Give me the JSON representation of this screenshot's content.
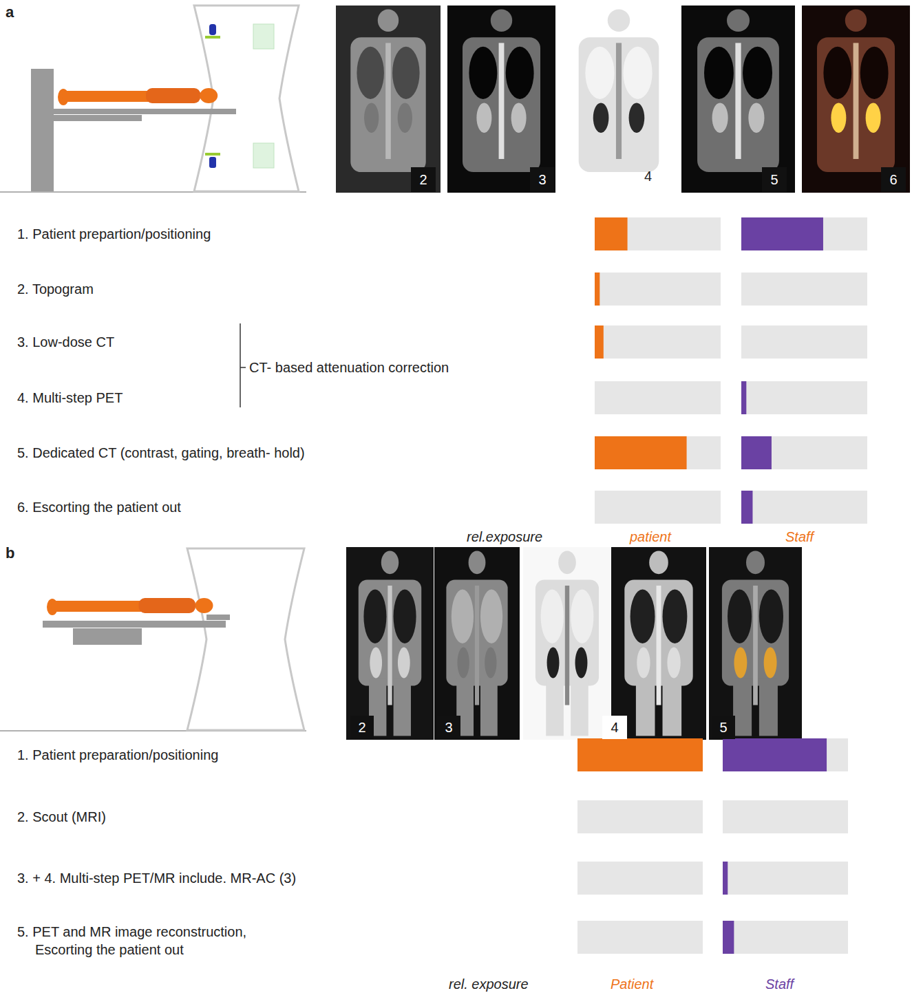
{
  "diagram": {
    "nodes": [
      {
        "text": [
          "2"
        ]
      },
      {
        "text": [
          "3"
        ]
      },
      {
        "text": [
          "5"
        ]
      },
      {
        "text": [
          "6"
        ]
      },
      {
        "text": [
          "2"
        ]
      },
      {
        "text": [
          "3"
        ]
      },
      {
        "text": [
          "4"
        ]
      },
      {
        "text": [
          "5"
        ]
      }
    ],
    "labels": [
      "a",
      "4",
      "1. Patient prepartion/positioning",
      "2. Topogram",
      "3. Low-dose CT",
      "4. Multi-step PET",
      "5. Dedicated CT (contrast, gating, breath- hold)",
      "6. Escorting the patient out",
      "CT- based attenuation correction",
      "rel.exposure",
      "patient",
      "Staff",
      "b",
      "1. Patient preparation/positioning",
      "2. Scout (MRI)",
      "3. + 4. Multi-step PET/MR include. MR-AC (3)",
      "5. PET and MR image reconstruction, Escorting the patient out",
      "rel. exposure",
      "Patient",
      "Staff"
    ]
  }
}
